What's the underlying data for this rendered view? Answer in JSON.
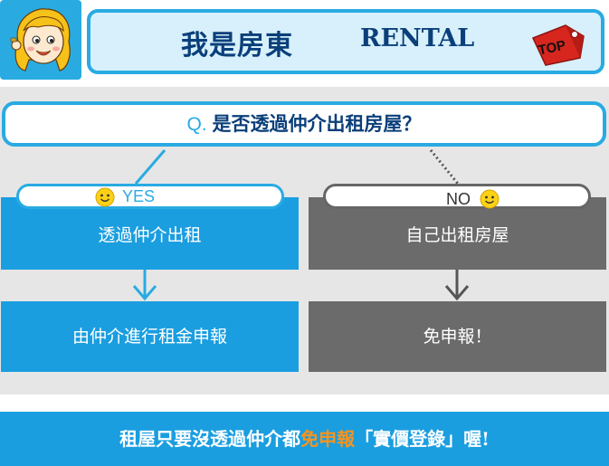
{
  "header": {
    "title_zh": "我是房東",
    "title_en": "RENTAL",
    "top_button_label": "TOP"
  },
  "question": {
    "prefix": "Q. ",
    "text": "是否透過仲介出租房屋？"
  },
  "yes_branch": {
    "label": "YES",
    "step1": "透過仲介出租",
    "step2": "由仲介進行租金申報"
  },
  "no_branch": {
    "label": "NO",
    "step1": "自己出租房屋",
    "step2": "免申報！"
  },
  "footer": {
    "text_before": "租屋只要沒透過仲介都",
    "highlight": "免申報",
    "text_after": "「實價登錄」喔!"
  },
  "colors": {
    "brand_blue": "#1a9ee0",
    "title_blue": "#0a3f7a",
    "panel_gray": "#e6e6e6",
    "box_gray": "#6b6b6b",
    "highlight_orange": "#f7931e",
    "top_red": "#d7261e"
  },
  "icons": {
    "avatar": "cartoon-girl-avatar",
    "top": "red-tag-icon",
    "smiley": "smiley-face-icon"
  }
}
